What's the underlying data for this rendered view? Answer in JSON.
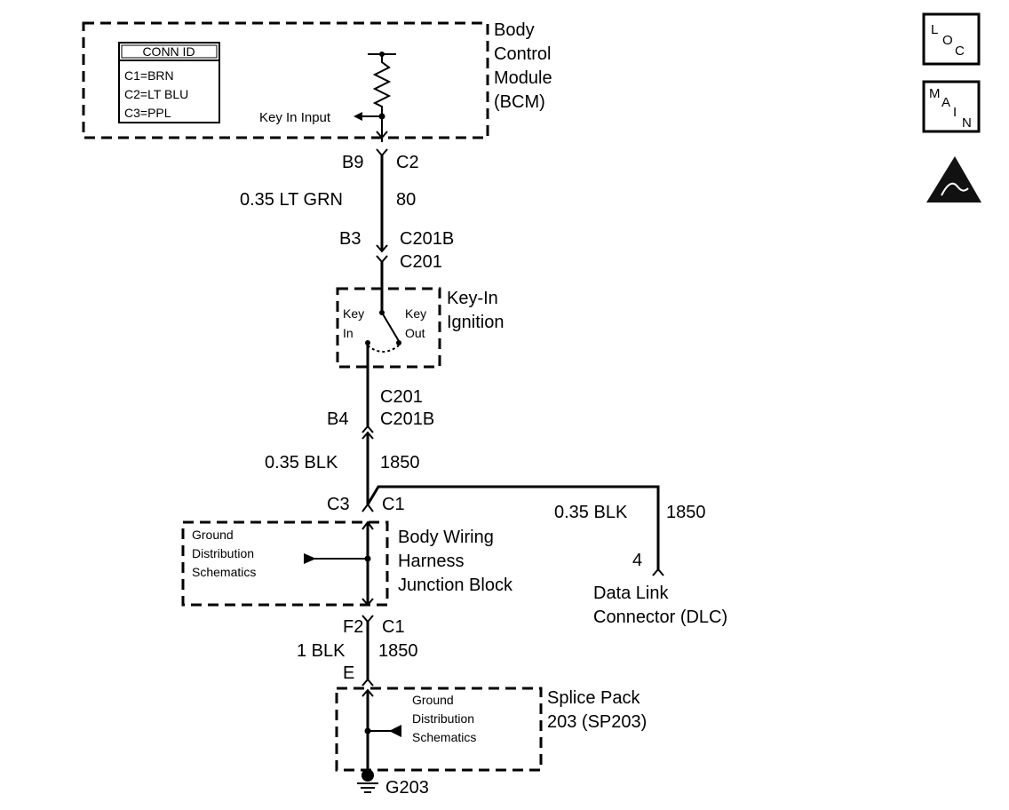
{
  "bcm": {
    "title_lines": [
      "Body",
      "Control",
      "Module",
      "(BCM)"
    ],
    "conn_id_title": "CONN ID",
    "conn_ids": [
      "C1=BRN",
      "C2=LT BLU",
      "C3=PPL"
    ],
    "input_label": "Key In Input"
  },
  "wire1": {
    "pin_top": "B9",
    "conn_top": "C2",
    "wire": "0.35 LT GRN",
    "circuit": "80",
    "pin_bottom": "B3",
    "conn_bottom_a": "C201B",
    "conn_bottom_b": "C201"
  },
  "switch": {
    "title_lines": [
      "Key-In",
      "Ignition"
    ],
    "left_lines": [
      "Key",
      "In"
    ],
    "right_lines": [
      "Key",
      "Out"
    ]
  },
  "wire2": {
    "conn_a": "C201",
    "conn_b": "C201B",
    "pin": "B4",
    "wire": "0.35 BLK",
    "circuit": "1850"
  },
  "junction": {
    "pin_left": "C3",
    "conn_right": "C1",
    "title_lines": [
      "Body Wiring",
      "Harness",
      "Junction Block"
    ],
    "ground_ref_lines": [
      "Ground",
      "Distribution",
      "Schematics"
    ]
  },
  "dlc": {
    "wire": "0.35 BLK",
    "circuit": "1850",
    "pin": "4",
    "title_lines": [
      "Data Link",
      "Connector (DLC)"
    ]
  },
  "wire3": {
    "pin_top": "F2",
    "conn_top": "C1",
    "wire": "1 BLK",
    "circuit": "1850",
    "pin_bottom": "E"
  },
  "splice": {
    "title_lines": [
      "Splice Pack",
      "203 (SP203)"
    ],
    "ground_ref_lines": [
      "Ground",
      "Distribution",
      "Schematics"
    ],
    "ground": "G203"
  },
  "icons": {
    "loc": [
      "L",
      "O",
      "C"
    ],
    "main": [
      "M",
      "A",
      "I",
      "N"
    ],
    "esd": "esd-warning-icon"
  }
}
